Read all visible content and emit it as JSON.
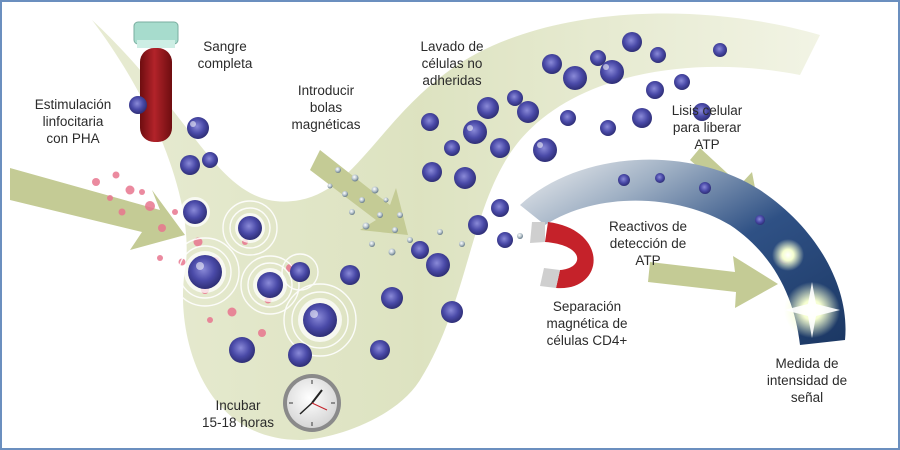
{
  "labels": {
    "whole_blood": [
      "Sangre",
      "completa"
    ],
    "stimulation": [
      "Estimulación",
      "linfocitaria",
      "con PHA"
    ],
    "beads": [
      "Introducir",
      "bolas",
      "magnéticas"
    ],
    "wash": [
      "Lavado de",
      "células no",
      "adheridas"
    ],
    "lysis": [
      "Lisis celular",
      "para liberar",
      "ATP"
    ],
    "reagents": [
      "Reactivos de",
      "detección de",
      "ATP"
    ],
    "separation": [
      "Separación",
      "magnética de",
      "células CD4+"
    ],
    "measure": [
      "Medida de",
      "intensidad de",
      "señal"
    ],
    "incubate": [
      "Incubar",
      "15-18 horas"
    ]
  },
  "icons": [
    "blood-tube-icon",
    "clock-icon",
    "magnet-icon",
    "signal-burst-icon"
  ],
  "colors": {
    "ribbon": "#dde3bf",
    "arrow": "#c4cb95",
    "cell_nucleus": "#4848a4",
    "pha_particles": "#e8768f",
    "magnet": "#c5222a",
    "blood": "#8b1418",
    "tube_cap": "#9fd6c9",
    "dark_ribbon": "#1c3d6e",
    "frame": "#6b8fbf"
  }
}
